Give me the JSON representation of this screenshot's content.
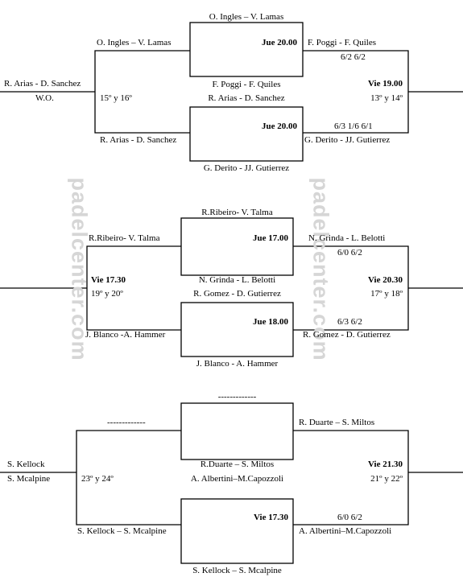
{
  "watermark": "padelcenter.com",
  "bracket1": {
    "top_final_pair": "O. Ingles – V. Lamas",
    "top_match_time": "Jue 20.00",
    "top_left_pair": "O. Ingles – V. Lamas",
    "top_right_pair": "F. Poggi - F. Quiles",
    "top_result": "6/2 6/2",
    "mid_pair_1": "F. Poggi - F. Quiles",
    "mid_pair_2": "R. Arias - D. Sanchez",
    "left_pair": "R. Arias - D. Sanchez",
    "left_result": "W.O.",
    "places": "15º y 16º",
    "right_time": "Vie 19.00",
    "right_places": "13º y 14º",
    "bottom_match_time": "Jue 20.00",
    "bottom_left_pair": "R. Arias - D. Sanchez",
    "bottom_result": "6/3 1/6 6/1",
    "bottom_right_pair": "G. Derito - JJ. Gutierrez",
    "bottom_final_pair": "G. Derito - JJ. Gutierrez"
  },
  "bracket2": {
    "top_final_pair": "R.Ribeiro- V. Talma",
    "top_match_time": "Jue 17.00",
    "top_left_pair": "R.Ribeiro- V. Talma",
    "top_right_pair": "N. Grinda - L. Belotti",
    "top_result": "6/0 6/2",
    "mid_pair_1": "N. Grinda - L. Belotti",
    "mid_pair_2": "R. Gomez - D. Gutierrez",
    "left_time": "Vie 17.30",
    "left_places": "19º y 20º",
    "right_time": "Vie 20.30",
    "right_places": "17º y 18º",
    "bottom_match_time": "Jue 18.00",
    "bottom_left_pair": "J. Blanco -A. Hammer",
    "bottom_result": "6/3 6/2",
    "bottom_right_pair": "R. Gomez - D. Gutierrez",
    "bottom_final_pair": "J. Blanco - A. Hammer"
  },
  "bracket3": {
    "top_final_pair": "-------------",
    "top_left_pair": "-------------",
    "top_right_pair": "R. Duarte – S. Miltos",
    "mid_pair_1": "R.Duarte – S. Miltos",
    "mid_pair_2": "A. Albertini–M.Capozzoli",
    "left_pair_1": "S. Kellock",
    "left_pair_2": "S. Mcalpine",
    "left_places": "23º y 24º",
    "right_time": "Vie 21.30",
    "right_places": "21º y 22º",
    "bottom_match_time": "Vie 17.30",
    "bottom_left_pair": "S. Kellock – S. Mcalpine",
    "bottom_result": "6/0 6/2",
    "bottom_right_pair": "A. Albertini–M.Capozzoli",
    "bottom_final_pair": "S. Kellock – S. Mcalpine"
  }
}
